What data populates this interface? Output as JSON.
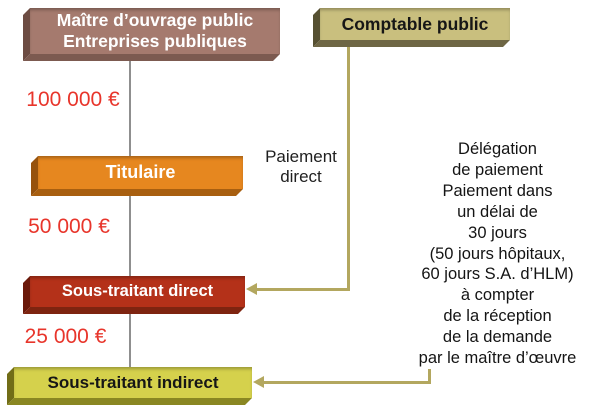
{
  "nodes": {
    "maitre_ouvrage": {
      "line1": "Maître d’ouvrage public",
      "line2": "Entreprises publiques",
      "color": "#a57a6e"
    },
    "comptable": {
      "label": "Comptable public",
      "color": "#c9bf7e"
    },
    "titulaire": {
      "label": "Titulaire",
      "color": "#e6871f"
    },
    "sous_traitant_direct": {
      "label": "Sous-traitant direct",
      "color": "#b43119"
    },
    "sous_traitant_indirect": {
      "label": "Sous-traitant indirect",
      "color": "#d5d14c"
    }
  },
  "amounts": {
    "a100": "100 000 €",
    "a50": "50 000 €",
    "a25": "25 000 €",
    "color": "#e8352b"
  },
  "paiement_direct": {
    "line1": "Paiement",
    "line2": "direct"
  },
  "delegation": {
    "lines": [
      "Délégation",
      "de paiement",
      "Paiement dans",
      "un délai de",
      "30 jours",
      "(50 jours hôpitaux,",
      "60 jours S.A. d’HLM)",
      "à compter",
      "de la réception",
      "de la demande",
      "par le maître d’œuvre"
    ]
  },
  "connector_color": "#b3a75f",
  "flow_line_color": "#8f8f8f"
}
